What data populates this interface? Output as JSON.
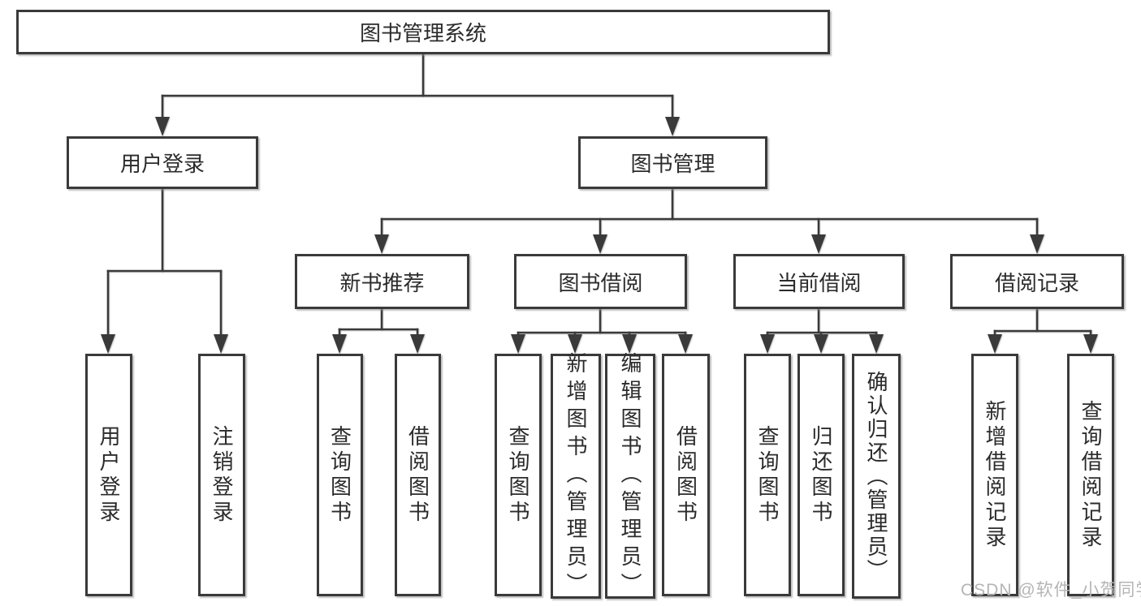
{
  "diagram_type": "hierarchy",
  "colors": {
    "line": "#3a3a3a",
    "box_border": "#3a3a3a",
    "box_fill": "#ffffff",
    "text": "#2b2b2b",
    "watermark": "#b5b5b5"
  },
  "root": {
    "label": "图书管理系统"
  },
  "branches": {
    "login": {
      "label": "用户登录",
      "children": [
        "用户登录",
        "注销登录"
      ]
    },
    "management": {
      "label": "图书管理",
      "sections": [
        {
          "label": "新书推荐",
          "children": [
            "查询图书",
            "借阅图书"
          ]
        },
        {
          "label": "图书借阅",
          "children": [
            "查询图书",
            "新增图书（管理员）",
            "编辑图书（管理员）",
            "借阅图书"
          ]
        },
        {
          "label": "当前借阅",
          "children": [
            "查询图书",
            "归还图书",
            "确认归还（管理员）"
          ]
        },
        {
          "label": "借阅记录",
          "children": [
            "新增借阅记录",
            "查询借阅记录"
          ]
        }
      ]
    }
  },
  "watermark": "CSDN @软件_小贺同学"
}
